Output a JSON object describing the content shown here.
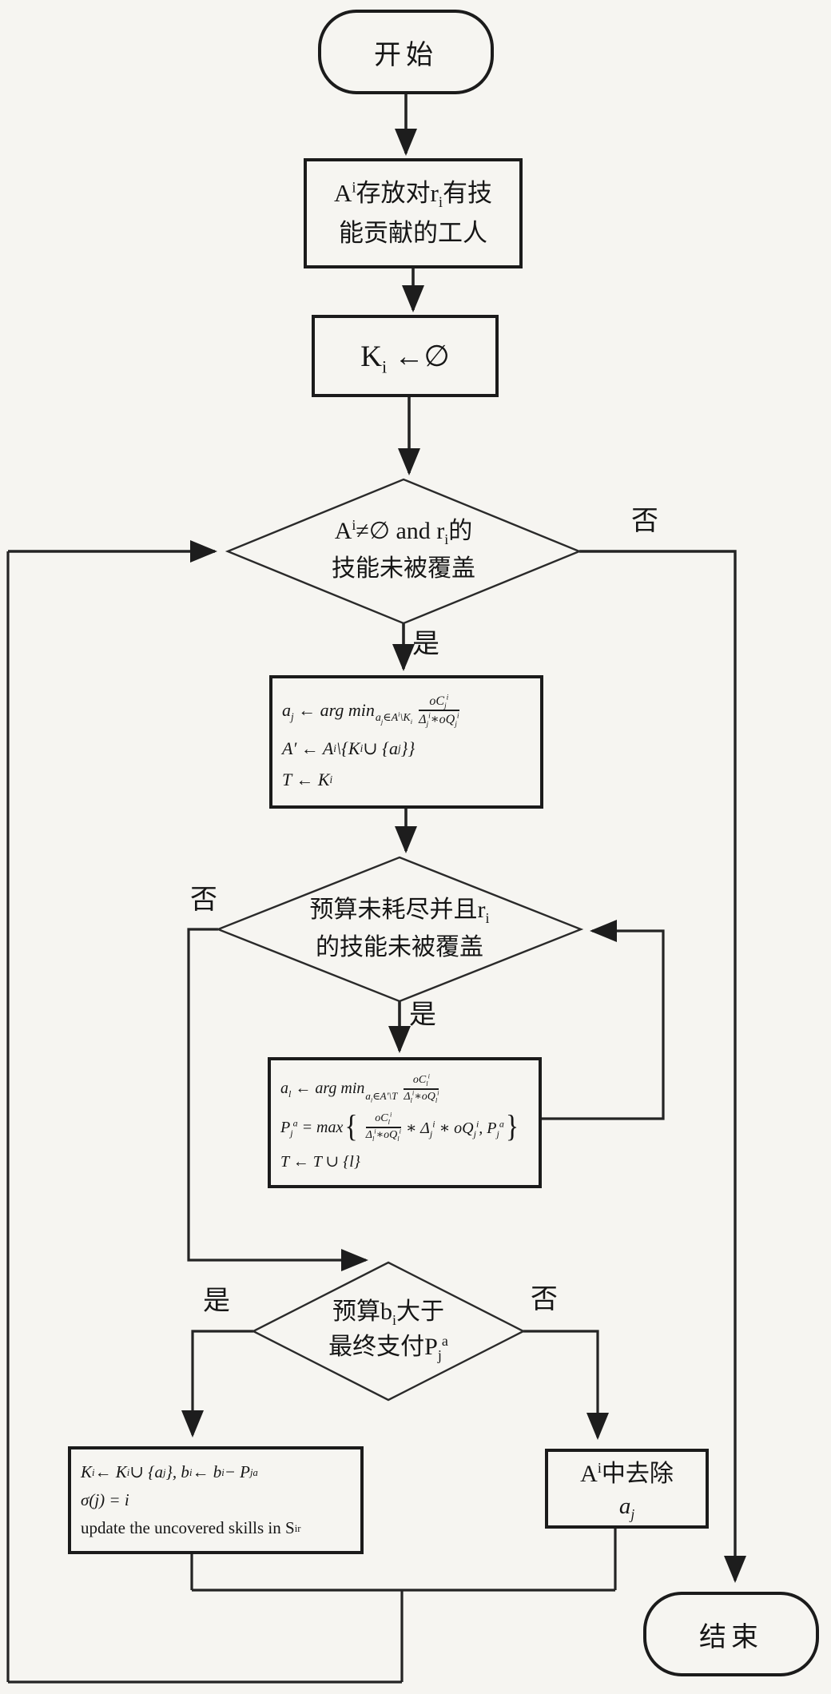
{
  "palette": {
    "paper": "#f6f5f1",
    "ink": "#1b1b1b"
  },
  "nodes": {
    "start": {
      "label": "开始"
    },
    "init_box": {
      "line1": "A^{i}存放对r_{i}有技",
      "line2": "能贡献的工人"
    },
    "k_box": {
      "label": "K_{i} ←∅"
    },
    "decision1": {
      "line1": "A^{i}≠∅ and r_{i}的",
      "line2": "技能未被覆盖"
    },
    "formula_box_1": {
      "l1_head": "a_{j} ← arg min",
      "l1_sub": "a_{j}∈A^{i}\\K_{i}",
      "l1_num": "oC_{j}^{i}",
      "l1_den": "Δ_{j}^{i}∗oQ_{j}^{i}",
      "l2": "A′ ← A^{i}\\{K_{i} ∪ {a_{j}}}",
      "l3": "T ← K_{i}"
    },
    "decision2": {
      "line1": "预算未耗尽并且r_{i}",
      "line2": "的技能未被覆盖"
    },
    "formula_box_2": {
      "l1_head": "a_{l} ← arg min",
      "l1_sub": "a_{l}∈A′\\T",
      "l1_num": "oC_{l}^{i}",
      "l1_den": "Δ_{l}^{i}∗oQ_{l}^{i}",
      "l2_head": "P_{j}^{a} = max",
      "l2_open": "{",
      "l2_num": "oC_{l}^{i}",
      "l2_den": "Δ_{l}^{i}∗oQ_{l}^{i}",
      "l2_tail": "∗ Δ_{j}^{i} ∗ oQ_{j}^{i},  P_{j}^{a}",
      "l2_close": "}",
      "l3": "T ← T ∪ {l}"
    },
    "decision3": {
      "line1": "预算b_{i}大于",
      "line2": "最终支付P_{j}^{a}"
    },
    "update_box": {
      "l1": "K_{i} ← K_{i} ∪ {a_{j}},  b_{i} ← b_{i} − P_{j}^{a}",
      "l2": "σ(j) = i",
      "l3": "update the uncovered skills in S_{i}^{r}"
    },
    "remove_box": {
      "line1": "A^{i}中去除",
      "line2": "a_{j}"
    },
    "end": {
      "label": "结束"
    }
  },
  "labels": {
    "yes1": "是",
    "no1": "否",
    "yes2": "是",
    "no2": "否",
    "yes3": "是",
    "no3": "否"
  }
}
